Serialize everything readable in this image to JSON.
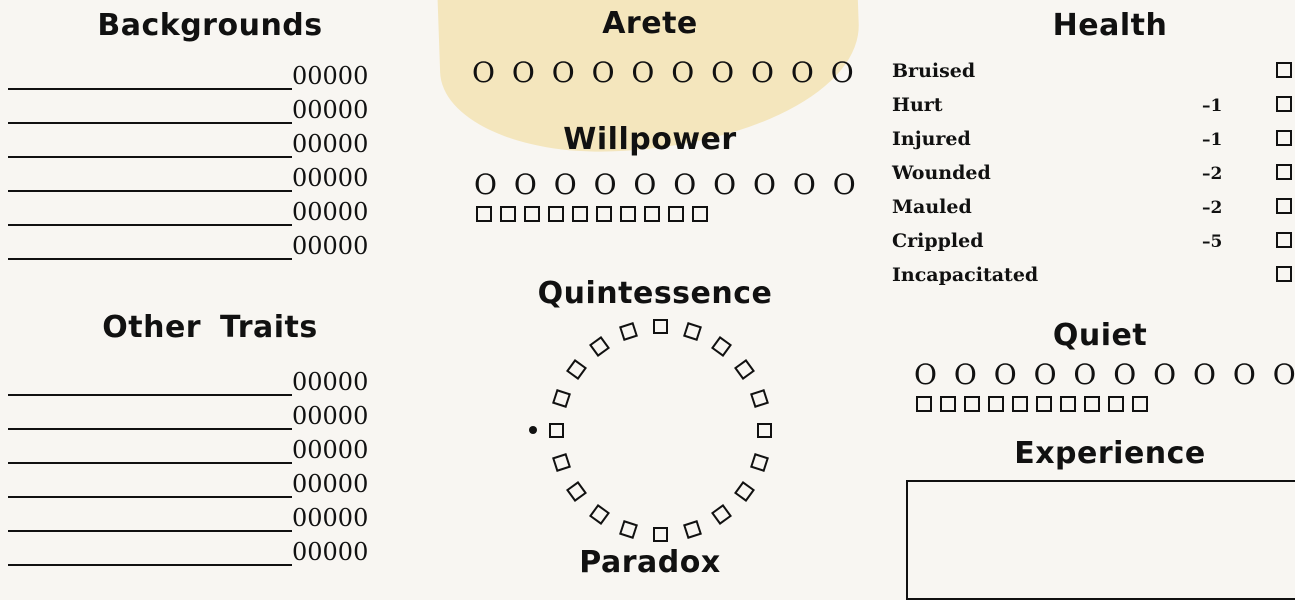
{
  "backgrounds": {
    "title": "Backgrounds",
    "rows": [
      "00000",
      "00000",
      "00000",
      "00000",
      "00000",
      "00000"
    ]
  },
  "other_traits": {
    "title": "Other Traits",
    "rows": [
      "00000",
      "00000",
      "00000",
      "00000",
      "00000",
      "00000"
    ]
  },
  "arete": {
    "title": "Arete",
    "dots": "O O O O O O O O O O"
  },
  "willpower": {
    "title": "Willpower",
    "dots": "O O O O O O O O O O",
    "boxes": 10
  },
  "quintessence": {
    "title": "Quintessence",
    "boxes": 20
  },
  "paradox": {
    "title": "Paradox"
  },
  "health": {
    "title": "Health",
    "levels": [
      {
        "label": "Bruised",
        "penalty": ""
      },
      {
        "label": "Hurt",
        "penalty": "–1"
      },
      {
        "label": "Injured",
        "penalty": "–1"
      },
      {
        "label": "Wounded",
        "penalty": "–2"
      },
      {
        "label": "Mauled",
        "penalty": "–2"
      },
      {
        "label": "Crippled",
        "penalty": "–5"
      },
      {
        "label": "Incapacitated",
        "penalty": ""
      }
    ]
  },
  "quiet": {
    "title": "Quiet",
    "dots": "O O O O O O O O O O",
    "boxes": 10
  },
  "experience": {
    "title": "Experience"
  }
}
